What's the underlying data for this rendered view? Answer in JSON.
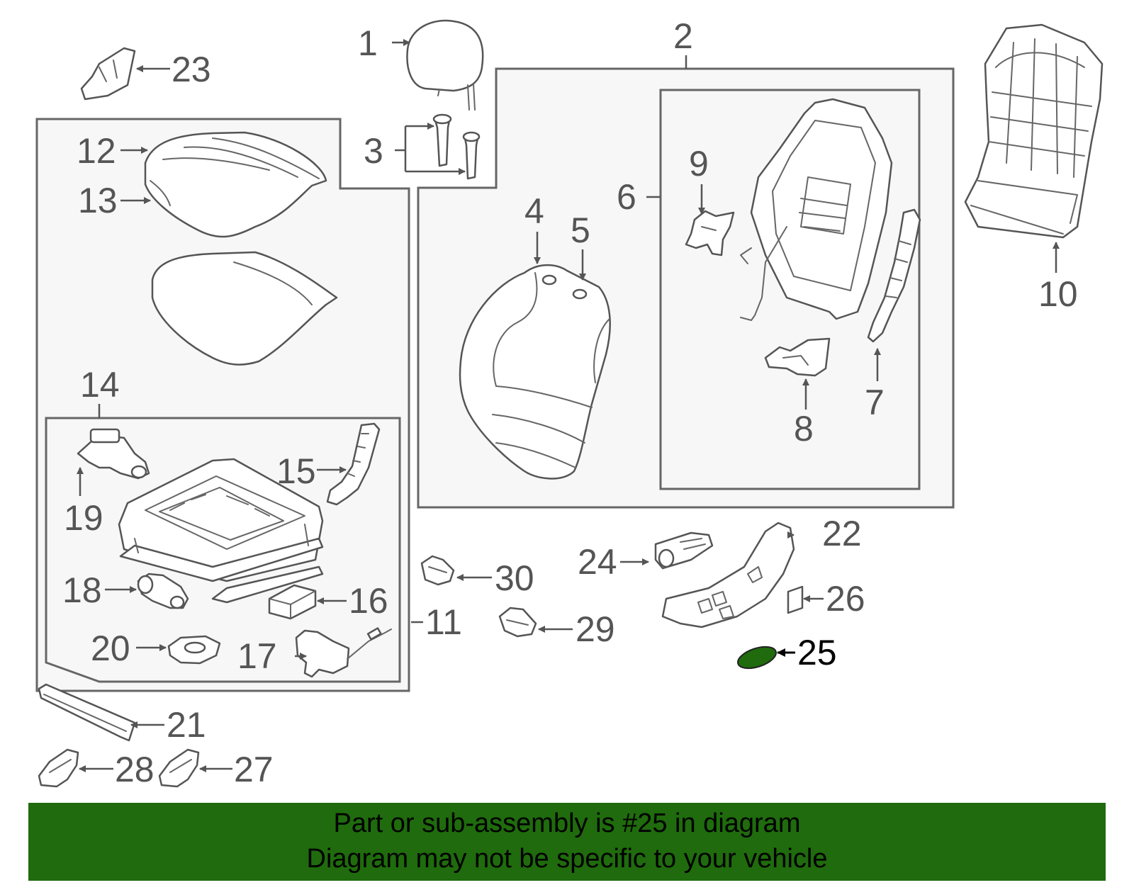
{
  "callouts": {
    "c1": "1",
    "c2": "2",
    "c3": "3",
    "c4": "4",
    "c5": "5",
    "c6": "6",
    "c7": "7",
    "c8": "8",
    "c9": "9",
    "c10": "10",
    "c11": "11",
    "c12": "12",
    "c13": "13",
    "c14": "14",
    "c15": "15",
    "c16": "16",
    "c17": "17",
    "c18": "18",
    "c19": "19",
    "c20": "20",
    "c21": "21",
    "c22": "22",
    "c23": "23",
    "c24": "24",
    "c25": "25",
    "c26": "26",
    "c27": "27",
    "c28": "28",
    "c29": "29",
    "c30": "30"
  },
  "highlight": {
    "part": "25",
    "color": "#1f6b0d"
  },
  "banner": {
    "line1": "Part or sub-assembly is #25 in diagram",
    "line2": "Diagram may not be specific to your vehicle",
    "background": "#1f6b0d"
  }
}
